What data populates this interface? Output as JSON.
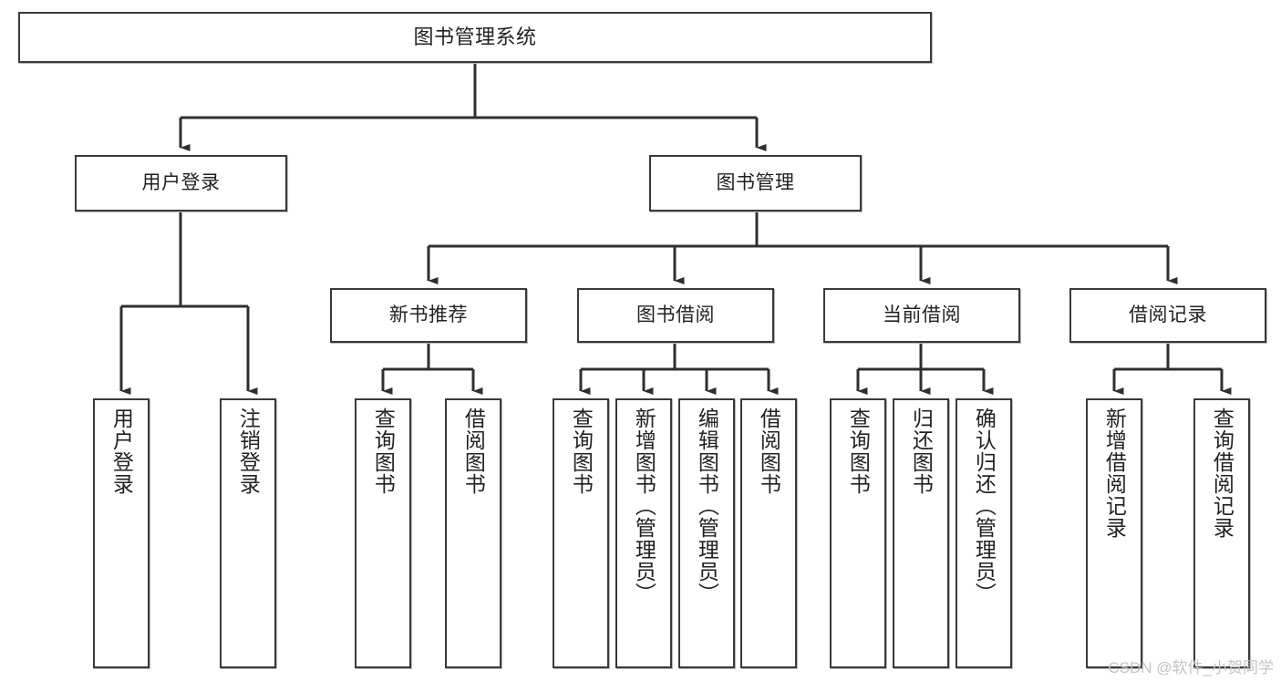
{
  "diagram": {
    "type": "tree-hierarchy-chart",
    "title": "图书管理系统",
    "colors": {
      "box_border": "#3a3a3a",
      "box_fill": "#ffffff",
      "connector": "#2f2f2f",
      "text": "#222222",
      "watermark": "#c3c3c3"
    },
    "root": {
      "id": "root",
      "label": "图书管理系统"
    },
    "level2": [
      {
        "id": "user-login",
        "label": "用户登录"
      },
      {
        "id": "book-management",
        "label": "图书管理"
      }
    ],
    "level3": [
      {
        "id": "new-book-recommend",
        "label": "新书推荐",
        "parent": "book-management"
      },
      {
        "id": "book-borrow",
        "label": "图书借阅",
        "parent": "book-management"
      },
      {
        "id": "current-borrow",
        "label": "当前借阅",
        "parent": "book-management"
      },
      {
        "id": "borrow-record",
        "label": "借阅记录",
        "parent": "book-management"
      }
    ],
    "leaves": {
      "user-login": [
        {
          "id": "leaf-user-login",
          "label": "用户登录"
        },
        {
          "id": "leaf-user-logout",
          "label": "注销登录"
        }
      ],
      "new-book-recommend": [
        {
          "id": "leaf-query-book-1",
          "label": "查询图书"
        },
        {
          "id": "leaf-borrow-book-1",
          "label": "借阅图书"
        }
      ],
      "book-borrow": [
        {
          "id": "leaf-query-book-2",
          "label": "查询图书"
        },
        {
          "id": "leaf-add-book",
          "label": "新增图书（管理员）"
        },
        {
          "id": "leaf-edit-book",
          "label": "编辑图书（管理员）"
        },
        {
          "id": "leaf-borrow-book-2",
          "label": "借阅图书"
        }
      ],
      "current-borrow": [
        {
          "id": "leaf-query-book-3",
          "label": "查询图书"
        },
        {
          "id": "leaf-return-book",
          "label": "归还图书"
        },
        {
          "id": "leaf-confirm-return",
          "label": "确认归还（管理员）"
        }
      ],
      "borrow-record": [
        {
          "id": "leaf-add-record",
          "label": "新增借阅记录"
        },
        {
          "id": "leaf-query-record",
          "label": "查询借阅记录"
        }
      ]
    }
  },
  "watermark": {
    "text": "CSDN @软件_小贺同学"
  }
}
